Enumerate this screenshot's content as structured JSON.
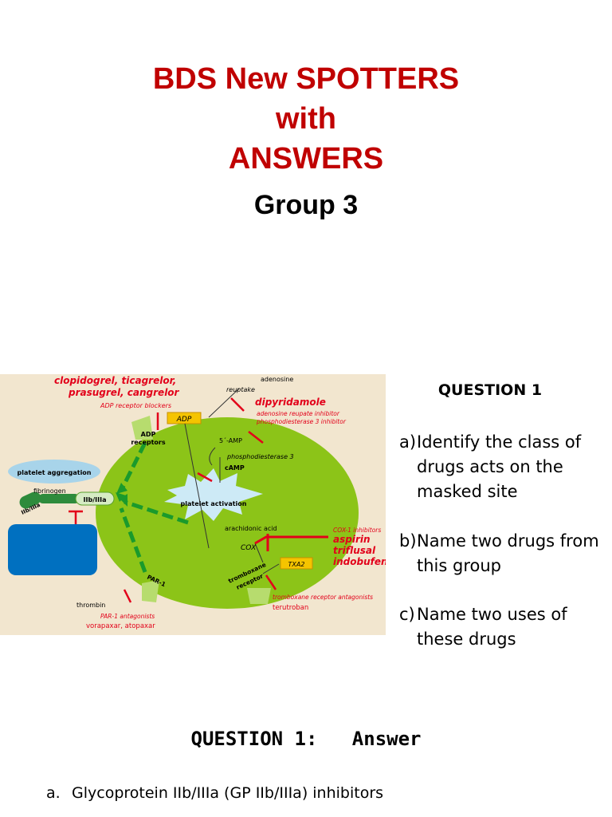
{
  "title_lines": [
    "BDS  New SPOTTERS",
    "with",
    "ANSWERS"
  ],
  "subtitle": "Group 3",
  "diagram": {
    "drug_ticag_line1": "clopidogrel, ticagrelor,",
    "drug_ticag_line2": "prasugrel, cangrelor",
    "adp_blockers": "ADP receptor blockers",
    "adenosine": "adenosine",
    "reuptake": "reuptake",
    "dipyridamole": "dipyridamole",
    "dipyr_note1": "adenosine reupate inhibitor",
    "dipyr_note2": "phosphodiesterase 3 inhibitor",
    "adp": "ADP",
    "adp_receptors_1": "ADP",
    "adp_receptors_2": "receptors",
    "five_amp": "5´-AMP",
    "pde3": "phosphodiesterase 3",
    "camp": "cAMP",
    "platelet_aggregation": "platelet aggregation",
    "fibrinogen": "fibrinogen",
    "iib_left": "IIb/IIIa",
    "iib_right": "IIb/IIIa",
    "platelet_activation": "platelet activation",
    "arachidonic": "arachidonic acid",
    "cox": "COX",
    "cox1_inhib": "COX-1 inhibitors",
    "aspirin": "aspirin",
    "triflusal": "triflusal",
    "indobufen": "indobufen",
    "txa2": "TXA2",
    "tbx_receptor_1": "tromboxane",
    "tbx_receptor_2": "receptor",
    "tbx_antagonists": "tromboxane receptor antagonists",
    "terutroban": "terutroban",
    "par1": "PAR-1",
    "thrombin": "thrombin",
    "par1_antag": "PAR-1 antagonists",
    "vorapaxar": "vorapaxar, atopaxar"
  },
  "question": {
    "heading": "QUESTION 1",
    "items": [
      {
        "letter": "a)",
        "text": "Identify the class of drugs acts on the masked site"
      },
      {
        "letter": "b)",
        "text": "Name two drugs from this group"
      },
      {
        "letter": "c)",
        "text": "Name two uses of these drugs"
      }
    ]
  },
  "answer": {
    "heading": "QUESTION 1:   Answer",
    "items": [
      {
        "letter": "a.",
        "text": "Glycoprotein IIb/IIIa (GP IIb/IIIa) inhibitors"
      }
    ]
  },
  "colors": {
    "title_red": "#c00000",
    "platelet_green": "#8cc418",
    "arrow_green": "#1a9a2c",
    "mask_blue": "#0070c0",
    "bg_beige": "#f2e6cf"
  }
}
